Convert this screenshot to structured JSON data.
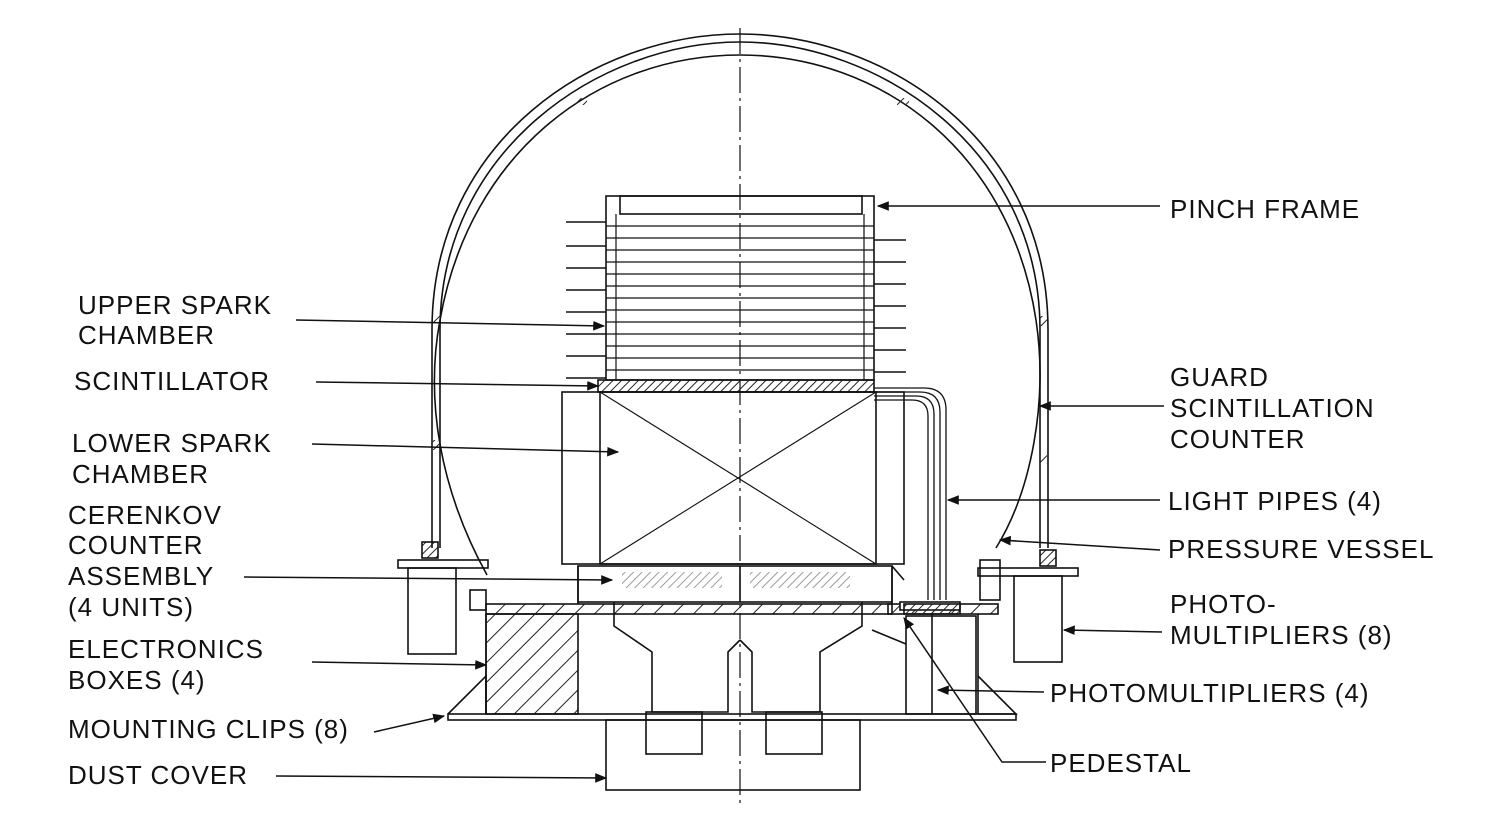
{
  "colors": {
    "ink": "#111111",
    "paper": "#ffffff",
    "hatch": "#222222"
  },
  "labels": {
    "pinch_frame": "PINCH FRAME",
    "upper_spark_1": "UPPER SPARK",
    "upper_spark_2": "CHAMBER",
    "scintillator": "SCINTILLATOR",
    "lower_spark_1": "LOWER SPARK",
    "lower_spark_2": "CHAMBER",
    "cerenkov_1": "CERENKOV",
    "cerenkov_2": "COUNTER",
    "cerenkov_3": "ASSEMBLY",
    "cerenkov_4": "(4 UNITS)",
    "electronics_1": "ELECTRONICS",
    "electronics_2": "BOXES (4)",
    "mounting_clips": "MOUNTING CLIPS (8)",
    "dust_cover": "DUST COVER",
    "guard_1": "GUARD",
    "guard_2": "SCINTILLATION",
    "guard_3": "COUNTER",
    "light_pipes": "LIGHT PIPES (4)",
    "pressure_vessel": "PRESSURE  VESSEL",
    "photo_mult8_1": "PHOTO-",
    "photo_mult8_2": "MULTIPLIERS (8)",
    "photo_mult4": "PHOTOMULTIPLIERS (4)",
    "pedestal": "PEDESTAL"
  }
}
